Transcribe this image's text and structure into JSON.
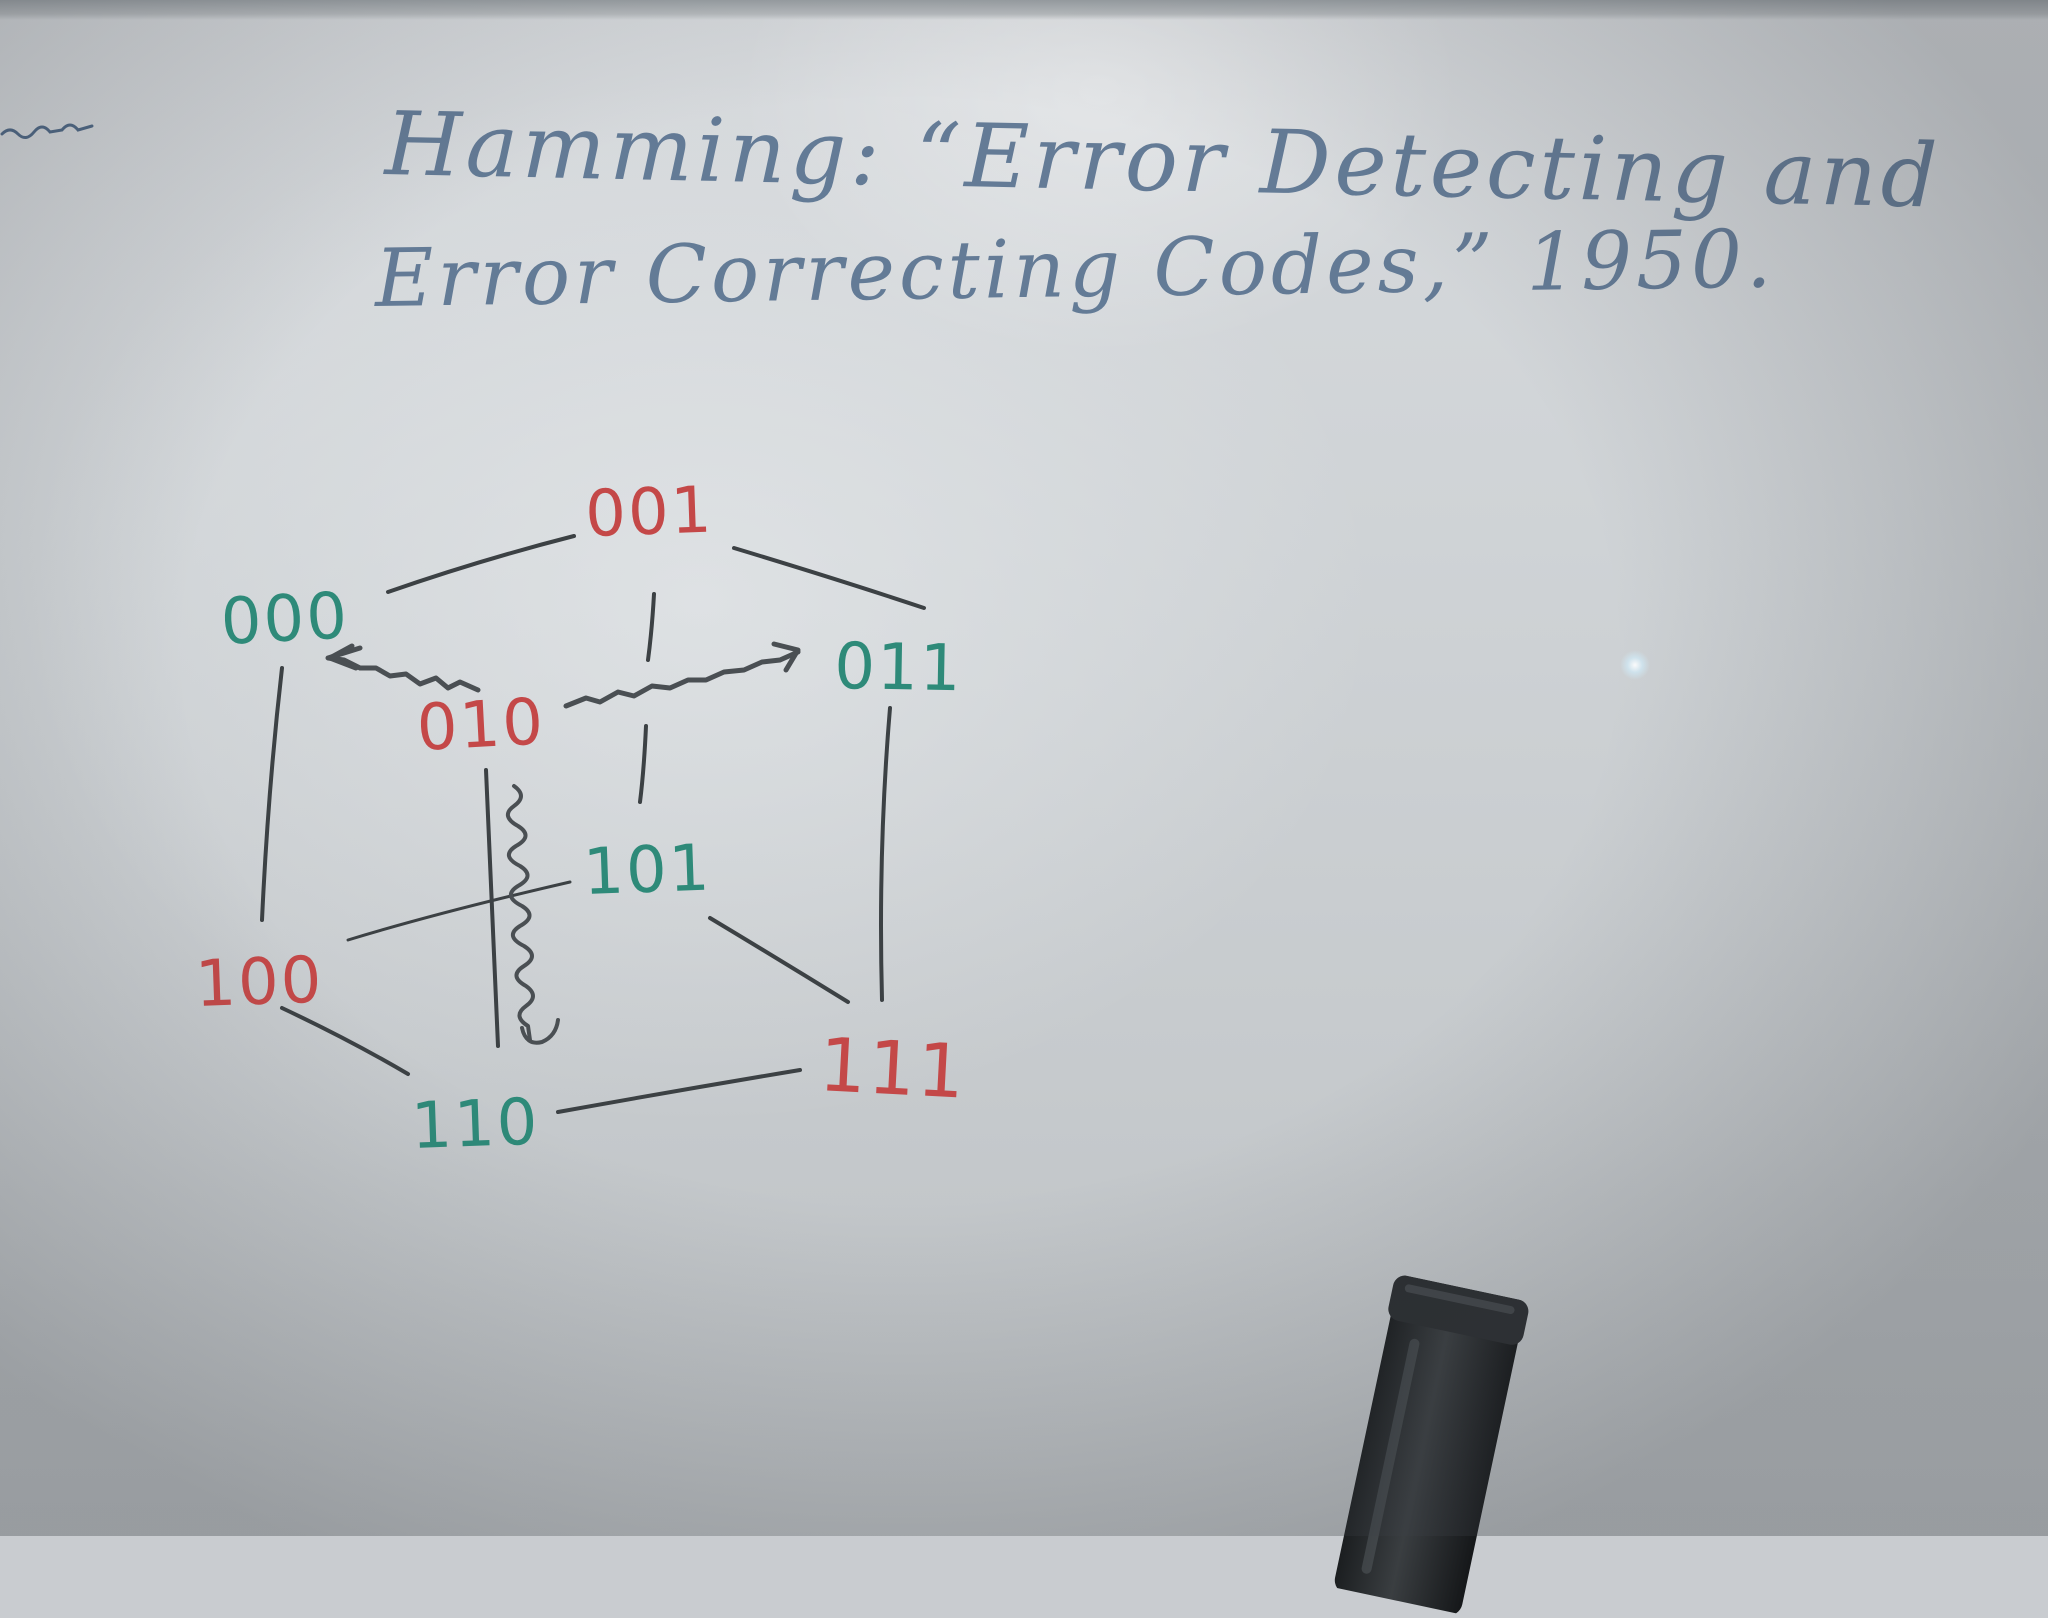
{
  "whiteboard": {
    "title_line_1": "Hamming: “Error Detecting and",
    "title_line_2": "Error Correcting Codes,” 1950."
  },
  "cube": {
    "colors": {
      "red": "#c44848",
      "green": "#2e8a79",
      "edge": "#3c4144",
      "arrow": "#4a4f53"
    },
    "vertices": [
      {
        "id": "v001",
        "label": "001",
        "color": "red"
      },
      {
        "id": "v000",
        "label": "000",
        "color": "green"
      },
      {
        "id": "v011",
        "label": "011",
        "color": "green"
      },
      {
        "id": "v010",
        "label": "010",
        "color": "red"
      },
      {
        "id": "v101",
        "label": "101",
        "color": "green"
      },
      {
        "id": "v100",
        "label": "100",
        "color": "red"
      },
      {
        "id": "v111",
        "label": "111",
        "color": "red"
      },
      {
        "id": "v110",
        "label": "110",
        "color": "green"
      }
    ]
  },
  "props": {
    "marker_icon": "marker-icon"
  }
}
